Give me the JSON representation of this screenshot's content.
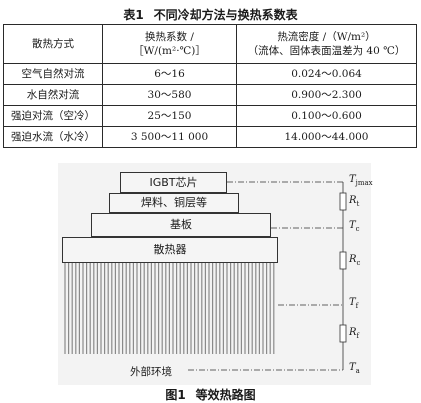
{
  "table": {
    "caption_number": "表1",
    "caption_title": "不同冷却方法与换热系数表",
    "headers": [
      {
        "line1": "散热方式",
        "line2": ""
      },
      {
        "line1": "换热系数 /",
        "line2": "［W/(m²·℃)］"
      },
      {
        "line1": "热流密度 /（W/m²）",
        "line2": "（流体、固体表面温差为 40 ℃）"
      }
    ],
    "rows": [
      {
        "method": "空气自然对流",
        "coefficient": "6～16",
        "flux": "0.024～0.064"
      },
      {
        "method": "水自然对流",
        "coefficient": "30～580",
        "flux": "0.900～2.300"
      },
      {
        "method": "强迫对流（空冷）",
        "coefficient": "25～150",
        "flux": "0.100～0.600"
      },
      {
        "method": "强迫水流（水冷）",
        "coefficient": "3 500～11 000",
        "flux": "14.000～44.000"
      }
    ]
  },
  "figure": {
    "caption_number": "图1",
    "caption_title": "等效热路图",
    "blocks": {
      "chip": "IGBT芯片",
      "solder": "焊料、铜层等",
      "substrate": "基板",
      "heatsink": "散热器"
    },
    "ambient": "外部环境",
    "nodes": {
      "tjmax": {
        "symbol": "T",
        "sub": "jmax"
      },
      "rt": {
        "symbol": "R",
        "sub": "t"
      },
      "tc": {
        "symbol": "T",
        "sub": "c"
      },
      "rc": {
        "symbol": "R",
        "sub": "c"
      },
      "tf": {
        "symbol": "T",
        "sub": "f"
      },
      "rf": {
        "symbol": "R",
        "sub": "f"
      },
      "ta": {
        "symbol": "T",
        "sub": "a"
      }
    },
    "colors": {
      "line": "#333333",
      "fin": "#8a8a8a",
      "block_fill": "#f5f5f5"
    }
  }
}
